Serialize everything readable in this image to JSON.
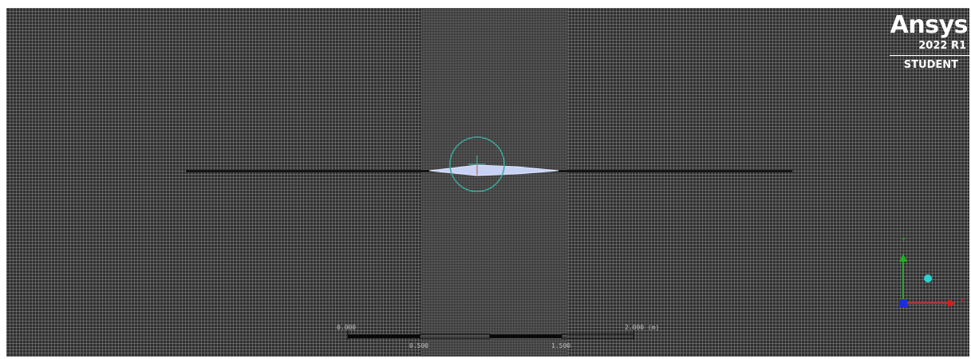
{
  "branding": {
    "product": "Ansys",
    "release": "2022 R1",
    "edition": "STUDENT"
  },
  "scale_ruler": {
    "start_label": "0.000",
    "end_label": "2.000 (m)",
    "lower_left_label": "0.500",
    "lower_right_label": "1.500"
  },
  "triad": {
    "y_axis": "Y",
    "x_axis": "X",
    "y_color": "#1fb01f",
    "x_color": "#d21e1e",
    "z_color": "#1e2ed2",
    "sphere_color": "#29d3d3"
  },
  "colors": {
    "background": "#2f2f2f",
    "mesh": "#969696",
    "airfoil": "#c8d2f5",
    "rotation_center": "#3aa89a"
  }
}
